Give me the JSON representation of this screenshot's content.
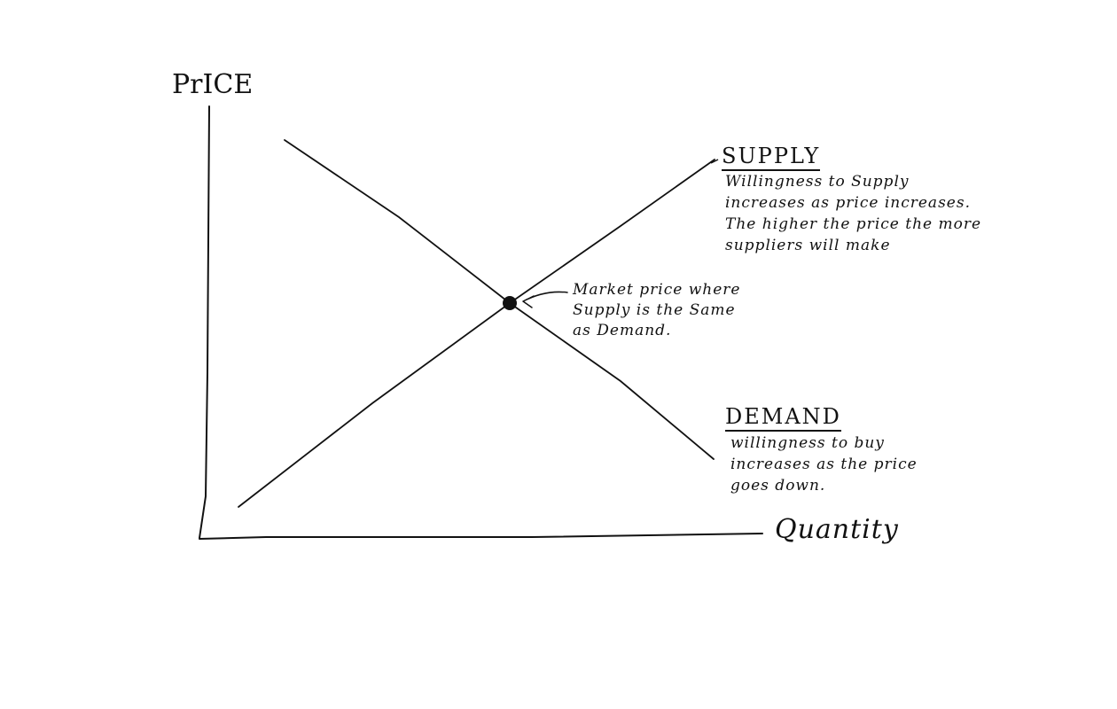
{
  "diagram": {
    "type": "supply-demand",
    "axes": {
      "y_label": "PrICE",
      "x_label": "Quantity"
    },
    "curves": {
      "supply": {
        "title": "SUPPLY",
        "description": "Willingness to Supply increases as price increases. The higher the price the more suppliers will make"
      },
      "demand": {
        "title": "DEMAND",
        "description": "willingness to buy increases as the price goes down."
      }
    },
    "equilibrium": {
      "note": "Market price where Supply is the Same as Demand."
    },
    "colors": {
      "ink": "#111111",
      "background": "#ffffff"
    }
  }
}
